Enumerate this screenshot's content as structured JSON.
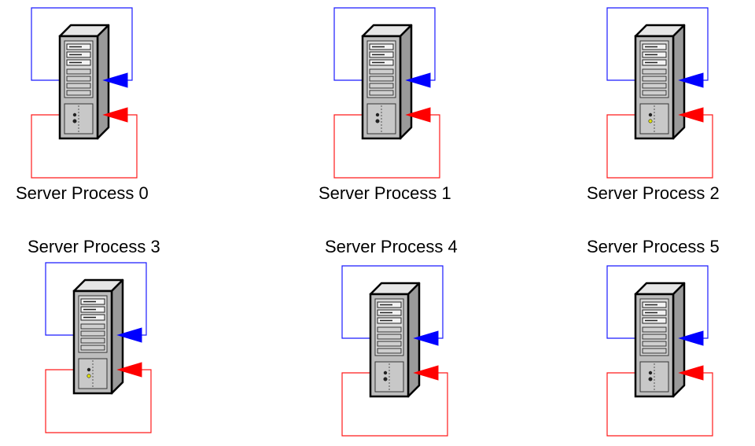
{
  "colors": {
    "background": "#ffffff",
    "loop_top": "#1a1aff",
    "loop_bottom": "#ff1a1a",
    "arrow_top": "#0000ff",
    "arrow_bottom": "#ff0000",
    "server_body": "#bdbdbd",
    "server_side": "#9a9a9a",
    "server_top": "#e6e6e6",
    "outline": "#000000"
  },
  "diagram": {
    "nodes": [
      {
        "id": "server-0",
        "label": "Server Process 0",
        "icon": "server-tower-icon",
        "label_position": "below"
      },
      {
        "id": "server-1",
        "label": "Server Process 1",
        "icon": "server-tower-icon",
        "label_position": "below"
      },
      {
        "id": "server-2",
        "label": "Server Process 2",
        "icon": "server-tower-icon",
        "label_position": "below"
      },
      {
        "id": "server-3",
        "label": "Server Process 3",
        "icon": "server-tower-icon",
        "label_position": "above"
      },
      {
        "id": "server-4",
        "label": "Server Process 4",
        "icon": "server-tower-icon",
        "label_position": "above"
      },
      {
        "id": "server-5",
        "label": "Server Process 5",
        "icon": "server-tower-icon",
        "label_position": "above"
      }
    ],
    "edges": [
      {
        "from": "server-0",
        "to": "server-0",
        "color": "blue"
      },
      {
        "from": "server-0",
        "to": "server-0",
        "color": "red"
      },
      {
        "from": "server-1",
        "to": "server-1",
        "color": "blue"
      },
      {
        "from": "server-1",
        "to": "server-1",
        "color": "red"
      },
      {
        "from": "server-2",
        "to": "server-2",
        "color": "blue"
      },
      {
        "from": "server-2",
        "to": "server-2",
        "color": "red"
      },
      {
        "from": "server-3",
        "to": "server-3",
        "color": "blue"
      },
      {
        "from": "server-3",
        "to": "server-3",
        "color": "red"
      },
      {
        "from": "server-4",
        "to": "server-4",
        "color": "blue"
      },
      {
        "from": "server-4",
        "to": "server-4",
        "color": "red"
      },
      {
        "from": "server-5",
        "to": "server-5",
        "color": "blue"
      },
      {
        "from": "server-5",
        "to": "server-5",
        "color": "red"
      }
    ]
  }
}
